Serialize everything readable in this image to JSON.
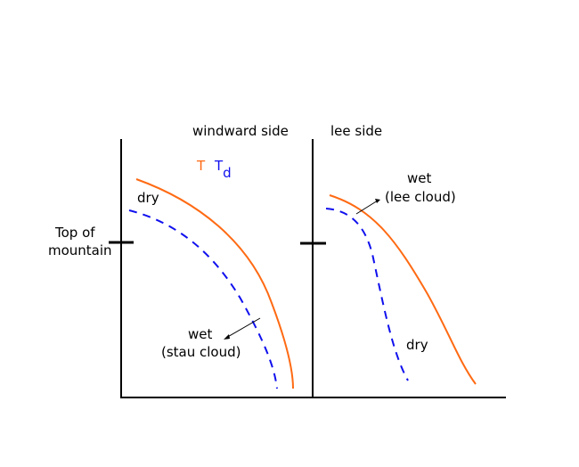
{
  "labels": {
    "windward": "windward side",
    "lee": "lee side",
    "legend_T": "T",
    "legend_Td_main": "T",
    "legend_Td_sub": "d",
    "top_of_mountain_1": "Top of",
    "top_of_mountain_2": "mountain",
    "windward_dry": "dry",
    "windward_wet": "wet",
    "windward_wet_note": "(stau cloud)",
    "lee_wet": "wet",
    "lee_wet_note": "(lee cloud)",
    "lee_dry": "dry"
  },
  "colors": {
    "T": "#ff6a13",
    "Td": "#1010ee",
    "axis": "#000000"
  }
}
